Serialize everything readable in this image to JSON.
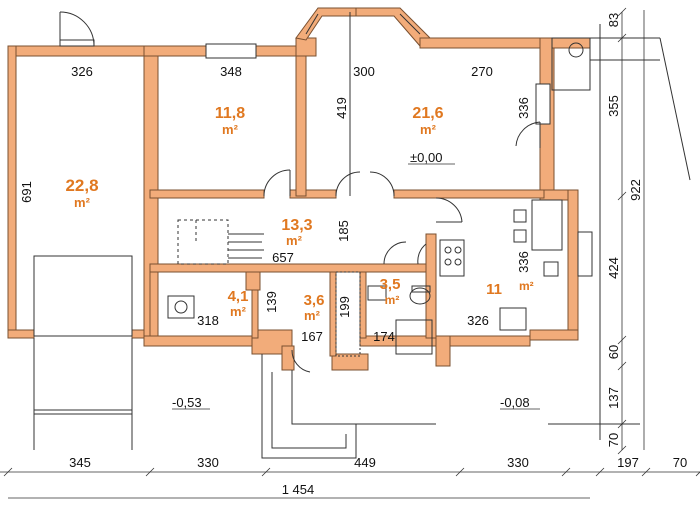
{
  "rooms": [
    {
      "id": "garage",
      "area": "22,8",
      "unit": "m²"
    },
    {
      "id": "room-a",
      "area": "11,8",
      "unit": "m²"
    },
    {
      "id": "living",
      "area": "21,6",
      "unit": "m²"
    },
    {
      "id": "hall",
      "area": "13,3",
      "unit": "m²"
    },
    {
      "id": "utility",
      "area": "4,1",
      "unit": "m²"
    },
    {
      "id": "wc",
      "area": "3,6",
      "unit": "m²"
    },
    {
      "id": "bath",
      "area": "3,5",
      "unit": "m²"
    },
    {
      "id": "kitchen",
      "area": "11",
      "unit": "m²"
    }
  ],
  "dims": {
    "garage_w": "326",
    "room_a_w": "348",
    "living_w1": "300",
    "living_w2": "270",
    "garage_h": "691",
    "room_a_h": "419",
    "living_h": "336",
    "hall_w": "657",
    "hall_h": "185",
    "kitchen_h": "336",
    "utility_w": "318",
    "utility_h": "139",
    "wc_w": "167",
    "shower_h": "199",
    "bath_w": "174",
    "kitchen_w": "326"
  },
  "levels": {
    "main": "±0,00",
    "left": "-0,53",
    "right": "-0,08"
  },
  "bottom_dims": [
    "345",
    "330",
    "449",
    "330",
    "197",
    "70"
  ],
  "total_width": "1 454",
  "right_dims": [
    "83",
    "355",
    "424",
    "60",
    "137",
    "70"
  ],
  "right_total": "922",
  "colors": {
    "wall": "#f2ac7a",
    "wall_stroke": "#8a5a3a",
    "accent": "#e07820",
    "line": "#333333"
  }
}
